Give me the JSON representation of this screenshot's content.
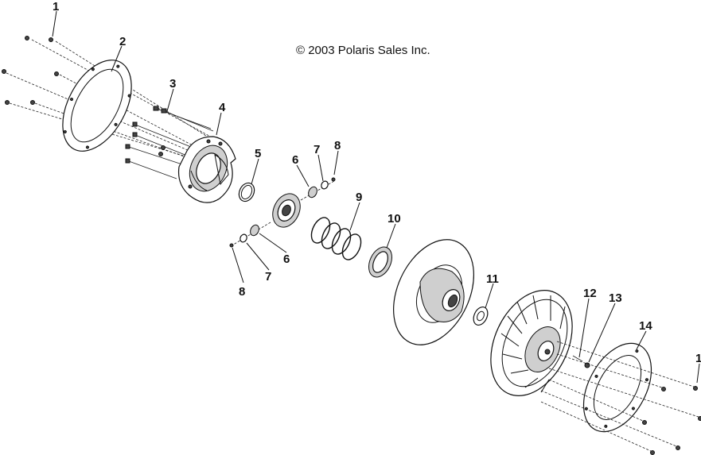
{
  "copyright": "© 2003 Polaris Sales Inc.",
  "callouts": [
    {
      "id": "c1a",
      "label": "1"
    },
    {
      "id": "c2",
      "label": "2"
    },
    {
      "id": "c3",
      "label": "3"
    },
    {
      "id": "c4",
      "label": "4"
    },
    {
      "id": "c5",
      "label": "5"
    },
    {
      "id": "c6a",
      "label": "6"
    },
    {
      "id": "c7a",
      "label": "7"
    },
    {
      "id": "c8a",
      "label": "8"
    },
    {
      "id": "c9",
      "label": "9"
    },
    {
      "id": "c10",
      "label": "10"
    },
    {
      "id": "c6b",
      "label": "6"
    },
    {
      "id": "c7b",
      "label": "7"
    },
    {
      "id": "c8b",
      "label": "8"
    },
    {
      "id": "c11",
      "label": "11"
    },
    {
      "id": "c12",
      "label": "12"
    },
    {
      "id": "c13",
      "label": "13"
    },
    {
      "id": "c14",
      "label": "14"
    },
    {
      "id": "c1b",
      "label": "1"
    }
  ]
}
